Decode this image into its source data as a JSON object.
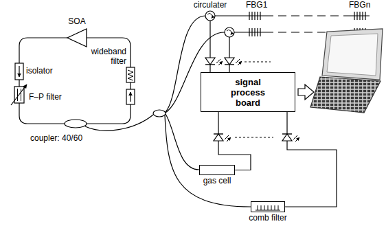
{
  "diagram": {
    "nodes": [
      {
        "text": [
          "signal process board"
        ]
      },
      {
        "text": [
          "gas cell"
        ]
      },
      {
        "text": [
          "comb filter"
        ]
      }
    ],
    "edges": [
      {
        "from": 1,
        "to": 0,
        "arrow": "none"
      },
      {
        "from": 2,
        "to": 0,
        "arrow": "none"
      }
    ],
    "labels": [
      "SOA",
      "wideband filter",
      "isolator",
      "F–P filter",
      "coupler: 40/60",
      "circulater",
      "FBG1",
      "FBGn"
    ]
  }
}
